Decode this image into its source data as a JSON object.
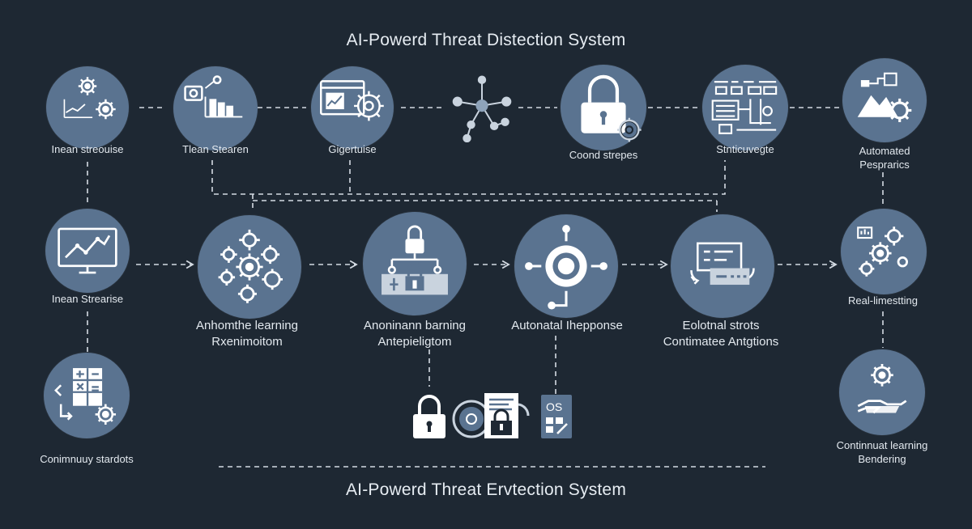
{
  "title_top": "AI-Powerd Threat Distection System",
  "title_bottom": "AI-Powerd Threat Ervtection System",
  "colors": {
    "background": "#1e2833",
    "node": "#5a7390",
    "icon": "#ffffff",
    "line": "#d4dbe3"
  },
  "row1": [
    {
      "icon": "gears-chart-icon",
      "label1": "Inean streouise",
      "label2": ""
    },
    {
      "icon": "camera-bars-icon",
      "label1": "Tlean Stearen",
      "label2": ""
    },
    {
      "icon": "dashboard-gear-icon",
      "label1": "Gigertuise",
      "label2": ""
    },
    {
      "icon": "network-nodes-icon",
      "label1": "",
      "label2": ""
    },
    {
      "icon": "padlock-gear-icon",
      "label1": "Coond strepes",
      "label2": ""
    },
    {
      "icon": "circuit-board-icon",
      "label1": "Stnticuvegte",
      "label2": ""
    },
    {
      "icon": "mountain-gear-icon",
      "label1": "Automated",
      "label2": "Pesprarics"
    }
  ],
  "row2": [
    {
      "icon": "monitor-trend-icon",
      "label1": "Inean Strearise",
      "label2": ""
    },
    {
      "icon": "gear-cluster-icon",
      "label1": "Anhomthe learning",
      "label2": "Rxenimoitom"
    },
    {
      "icon": "lock-network-icon",
      "label1": "Anoninann barning",
      "label2": "Antepieligtom"
    },
    {
      "icon": "target-hub-icon",
      "label1": "Autonatal Ihepponse",
      "label2": ""
    },
    {
      "icon": "panel-cycle-icon",
      "label1": "Eolotnal strots",
      "label2": "Contimatee Antgtions"
    },
    {
      "icon": "gears-bars-icon",
      "label1": "Real-limestting",
      "label2": ""
    }
  ],
  "row3": [
    {
      "icon": "calculator-gear-icon",
      "label1": "Conimnuuy stardots",
      "label2": ""
    },
    {
      "icon": "hand-gear-icon",
      "label1": "Continnuat learning",
      "label2": "Bendering"
    }
  ],
  "security_cluster": {
    "os_text": "OS"
  }
}
